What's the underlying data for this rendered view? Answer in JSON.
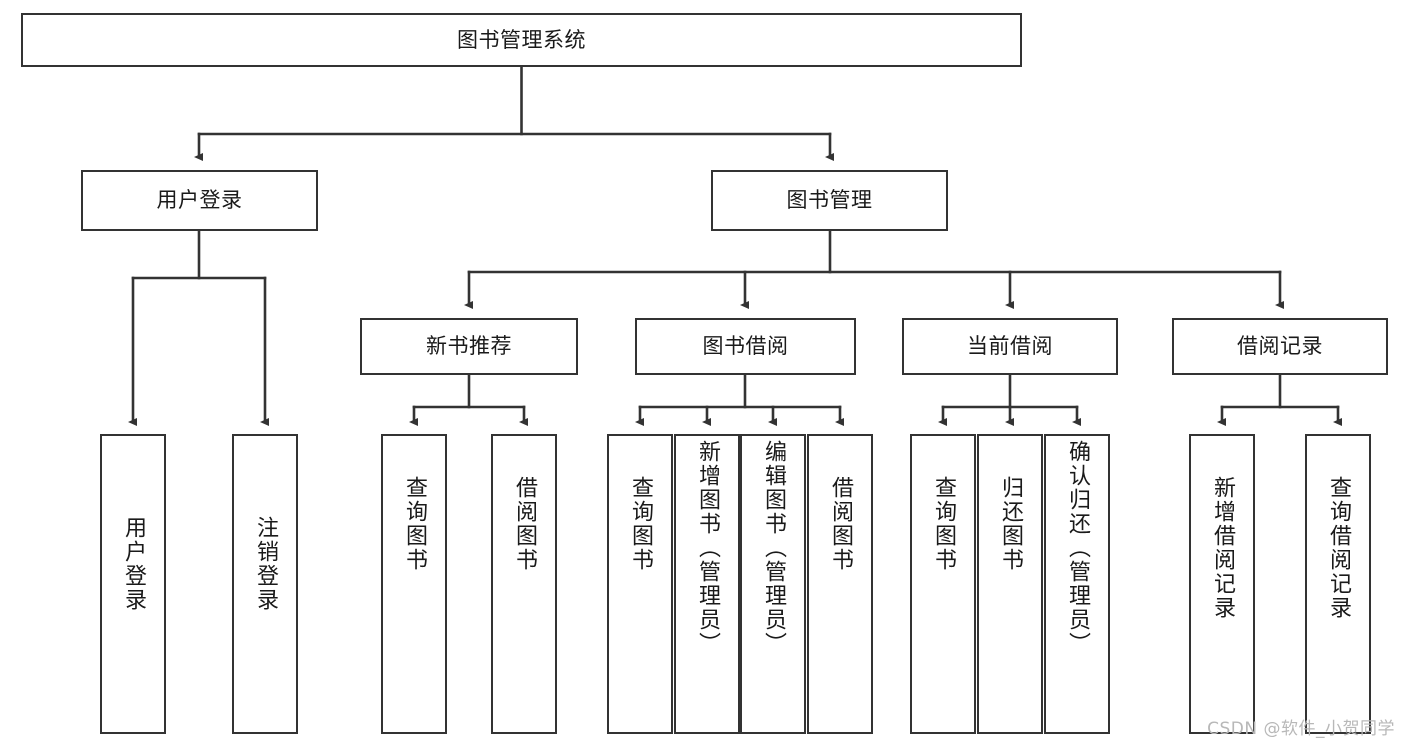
{
  "diagram": {
    "type": "tree",
    "title": "图书管理系统",
    "watermark": "CSDN @软件_小贺同学",
    "colors": {
      "box_border": "#333333",
      "box_fill": "#ffffff",
      "edge": "#333333",
      "text": "#1a1a1a",
      "watermark": "#b8b8b8",
      "background": "#ffffff"
    },
    "nodes": {
      "root": {
        "label": "图书管理系统"
      },
      "level2": [
        {
          "label": "用户登录"
        },
        {
          "label": "图书管理"
        }
      ],
      "level3": [
        {
          "label": "新书推荐"
        },
        {
          "label": "图书借阅"
        },
        {
          "label": "当前借阅"
        },
        {
          "label": "借阅记录"
        }
      ],
      "leaves": {
        "user_login": [
          {
            "label": "用户登录"
          },
          {
            "label": "注销登录"
          }
        ],
        "new_book_recommend": [
          {
            "label": "查询图书"
          },
          {
            "label": "借阅图书"
          }
        ],
        "book_borrow": [
          {
            "label": "查询图书"
          },
          {
            "label": "新增图书（管理员）"
          },
          {
            "label": "编辑图书（管理员）"
          },
          {
            "label": "借阅图书"
          }
        ],
        "current_borrow": [
          {
            "label": "查询图书"
          },
          {
            "label": "归还图书"
          },
          {
            "label": "确认归还（管理员）"
          }
        ],
        "borrow_record": [
          {
            "label": "新增借阅记录"
          },
          {
            "label": "查询借阅记录"
          }
        ]
      }
    }
  }
}
